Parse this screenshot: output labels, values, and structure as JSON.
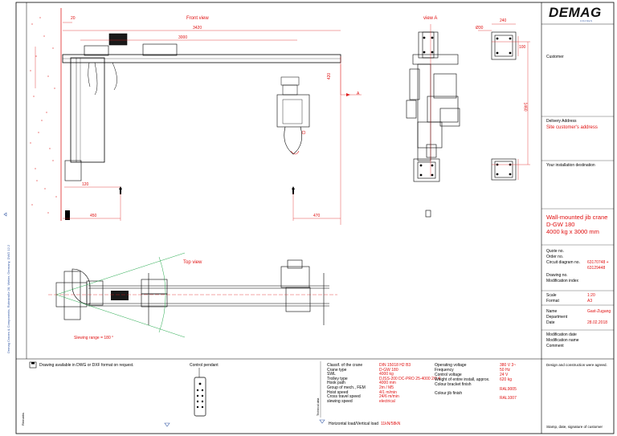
{
  "logo": {
    "text": "DEMAG",
    "sub": "CRANES"
  },
  "views": {
    "front": "Front view",
    "view_a": "view A",
    "top": "Top view",
    "slewing": "Slewing range = 180 °"
  },
  "dims": {
    "d20": "20",
    "d3420": "3420",
    "d3000": "3000",
    "d120": "120",
    "d450": "450",
    "d470": "470",
    "d420": "420",
    "d1460": "1460",
    "d240": "240",
    "d30": "Ø30",
    "d100": "100",
    "a_marker": "A"
  },
  "title_block": {
    "customer": "Customer",
    "delivery_address": "Delivery Address",
    "site_address": "Site customer's address",
    "installation": "Your installation destination",
    "product_line1": "Wall-mounted jib crane",
    "product_line2": "D-GW 180",
    "product_line3": "4000 kg x 3000 mm",
    "quote_no": "Quote no.",
    "order_no": "Order no.",
    "circuit_label": "Circuit diagram no.",
    "circuit_value1": "63170748 +",
    "circuit_value2": "63129448",
    "drawing_no": "Drawing no.",
    "modification_index": "Modification index",
    "scale_label": "Scale",
    "scale_value": "1:20",
    "format_label": "Format",
    "format_value": "A3",
    "name_label": "Name",
    "name_value": "Gast-Zugang",
    "department": "Department",
    "date_label": "Date",
    "date_value": "28.02.2018",
    "mod_date": "Modification date",
    "mod_name": "Modification name",
    "comment": "Comment",
    "design_ack": "Design and construction were agreed.",
    "stamp": "Stamp, date, signature of customer"
  },
  "bottom": {
    "dwg_note": "Drawing available in DWG or DXF format on request.",
    "control_pendant": "Control pendant",
    "remarks": "Remarks",
    "tech_data": "Technical data",
    "hload": "Horizontal load/Vertical load",
    "hload_value": "11kN/58kN",
    "specs_left": [
      {
        "label": "Classif. of the crane",
        "value": "DIN 15018 H2 B3"
      },
      {
        "label": "Crane type",
        "value": "D-GW 180"
      },
      {
        "label": "SWL",
        "value": "4000 kg"
      },
      {
        "label": "Trolley type",
        "value": "DJSS-200 DC-PRO 25-4000 2/1 4"
      },
      {
        "label": "Hook path",
        "value": "4000 mm"
      },
      {
        "label": "Group of mech., FEM",
        "value": "2m / M5"
      },
      {
        "label": "Hoist speed",
        "value": "4/1 m/min"
      },
      {
        "label": "Cross travel speed",
        "value": "24/6 m/min"
      },
      {
        "label": "slewing speed",
        "value": "electrical"
      }
    ],
    "specs_right": [
      {
        "label": "Operating voltage",
        "value": "380 V 3~"
      },
      {
        "label": "Frequency",
        "value": "50 Hz"
      },
      {
        "label": "Control voltage",
        "value": "24 V"
      },
      {
        "label": "Weight of entire install, approx.",
        "value": "620 kg"
      },
      {
        "label": "Colour bracket finish",
        "value": ""
      },
      {
        "label": "",
        "value": "RAL9005"
      },
      {
        "label": "Colour jib finish",
        "value": ""
      },
      {
        "label": "",
        "value": "RAL1007"
      }
    ]
  },
  "side_text": "Demag Cranes & Components, Ruhrstraße 28, Wetter, Germany, DWG 12.2"
}
